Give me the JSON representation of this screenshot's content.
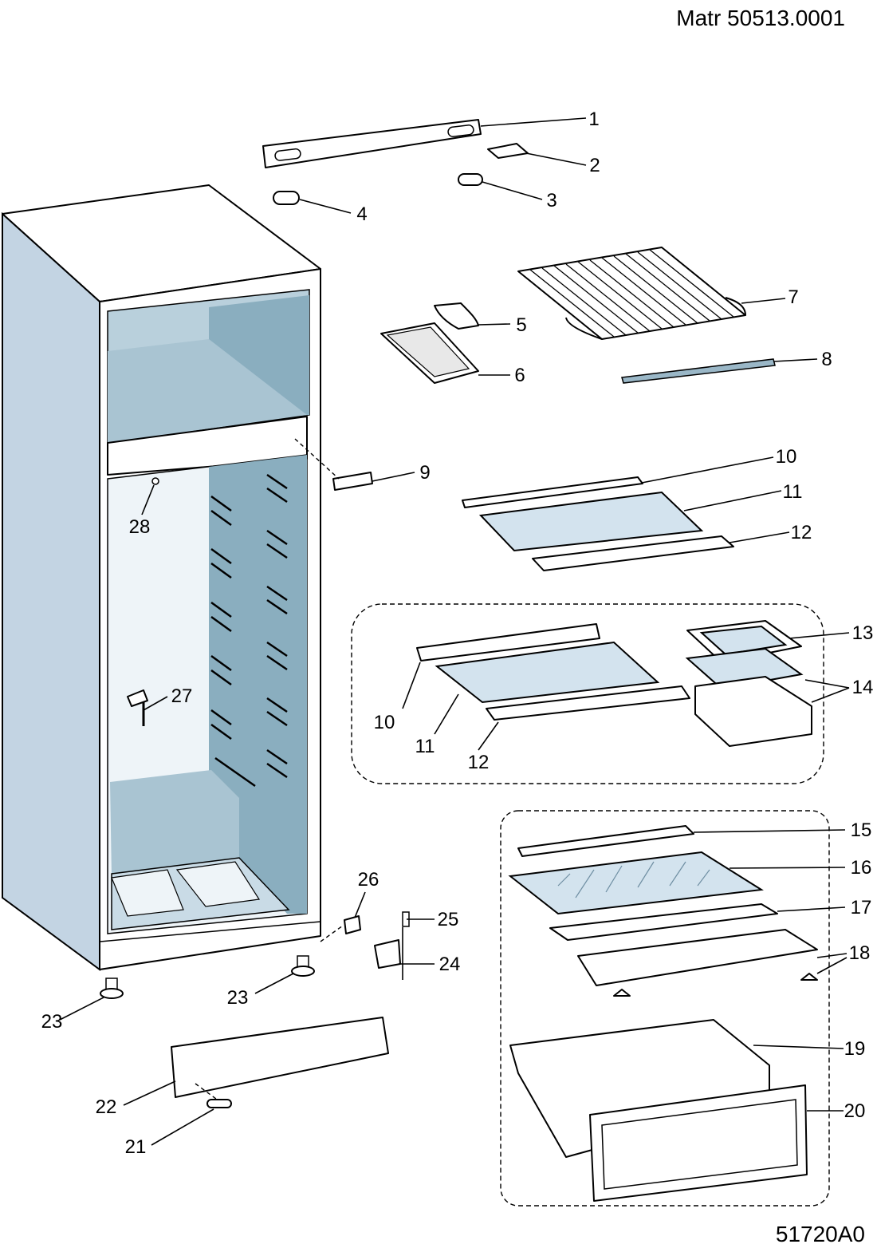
{
  "header": {
    "model_code": "Matr 50513.0001",
    "drawing_code": "51720A0"
  },
  "callouts": [
    "1",
    "2",
    "3",
    "4",
    "5",
    "6",
    "7",
    "8",
    "9",
    "10",
    "11",
    "12",
    "13",
    "14",
    "15",
    "16",
    "17",
    "18",
    "19",
    "20",
    "21",
    "22",
    "23",
    "24",
    "25",
    "26",
    "27",
    "28"
  ],
  "colors": {
    "cabinet_side": "#c3d4e3",
    "cabinet_interior": "#8aaebf",
    "outline": "#000000"
  }
}
